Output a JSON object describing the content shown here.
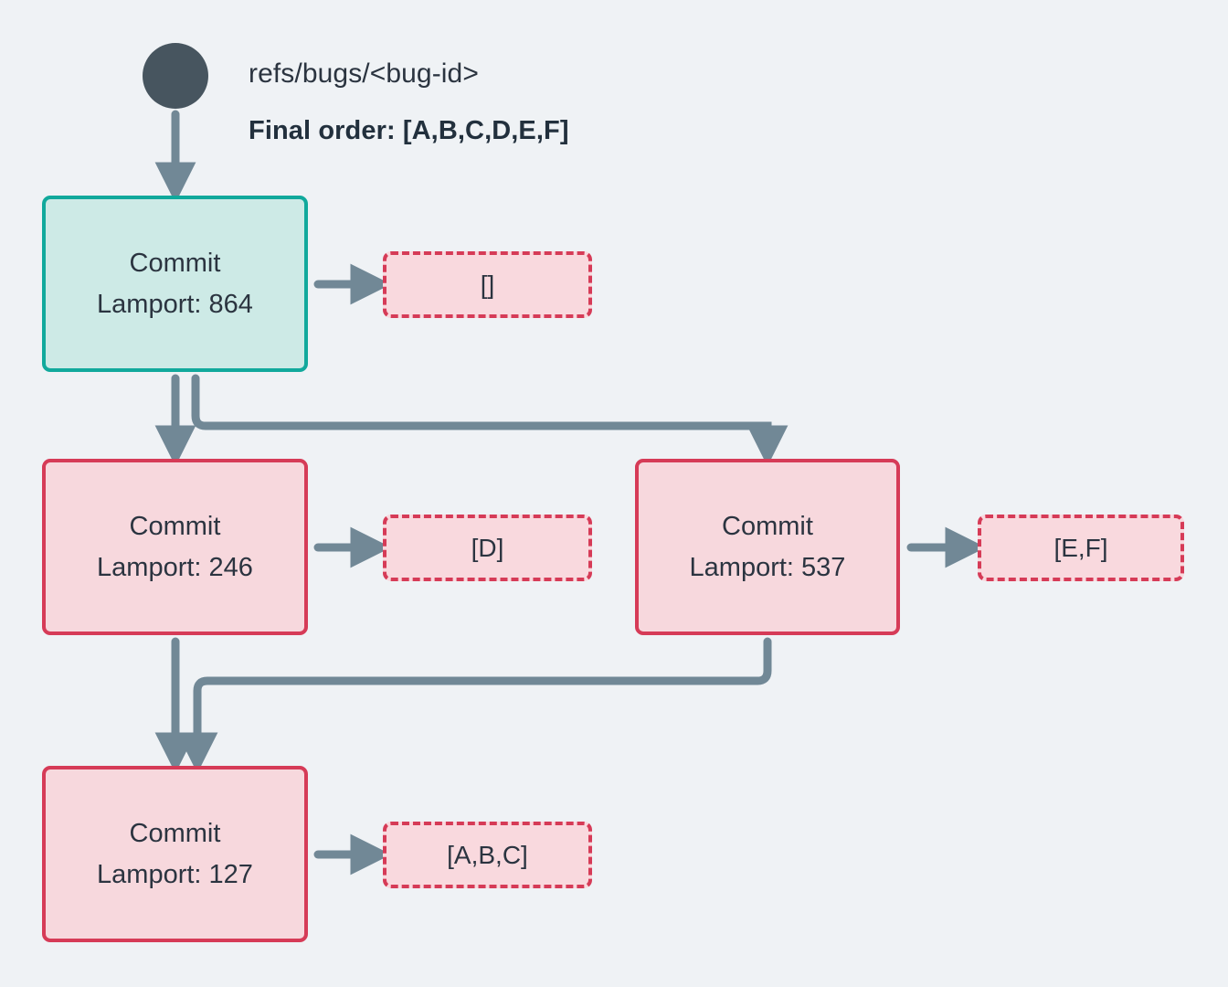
{
  "header": {
    "ref_label": "refs/bugs/<bug-id>",
    "final_order": "Final order: [A,B,C,D,E,F]"
  },
  "colors": {
    "background": "#eff2f5",
    "root_dot": "#47555f",
    "edge": "#718896",
    "teal_border": "#11a99c",
    "teal_fill": "#cdeae6",
    "pink_border": "#d63b57",
    "pink_fill": "#f7d8dd",
    "payload_fill": "#f9d9de",
    "text": "#2b3440"
  },
  "nodes": [
    {
      "id": "n1",
      "title": "Commit",
      "lamport": "Lamport: 864",
      "style": "teal"
    },
    {
      "id": "n2",
      "title": "Commit",
      "lamport": "Lamport: 246",
      "style": "pink"
    },
    {
      "id": "n3",
      "title": "Commit",
      "lamport": "Lamport: 537",
      "style": "pink"
    },
    {
      "id": "n4",
      "title": "Commit",
      "lamport": "Lamport: 127",
      "style": "pink"
    }
  ],
  "payloads": [
    {
      "id": "p1",
      "label": "[]",
      "for": "n1"
    },
    {
      "id": "p2",
      "label": "[D]",
      "for": "n2"
    },
    {
      "id": "p3",
      "label": "[E,F]",
      "for": "n3"
    },
    {
      "id": "p4",
      "label": "[A,B,C]",
      "for": "n4"
    }
  ],
  "edges": [
    {
      "from": "root",
      "to": "n1",
      "kind": "straight-down"
    },
    {
      "from": "n1",
      "to": "n2",
      "kind": "straight-down"
    },
    {
      "from": "n1",
      "to": "n3",
      "kind": "elbow-right"
    },
    {
      "from": "n2",
      "to": "n4",
      "kind": "straight-down"
    },
    {
      "from": "n3",
      "to": "n4",
      "kind": "elbow-left"
    },
    {
      "from": "n1",
      "to": "p1",
      "kind": "short-right"
    },
    {
      "from": "n2",
      "to": "p2",
      "kind": "short-right"
    },
    {
      "from": "n3",
      "to": "p3",
      "kind": "short-right"
    },
    {
      "from": "n4",
      "to": "p4",
      "kind": "short-right"
    }
  ]
}
